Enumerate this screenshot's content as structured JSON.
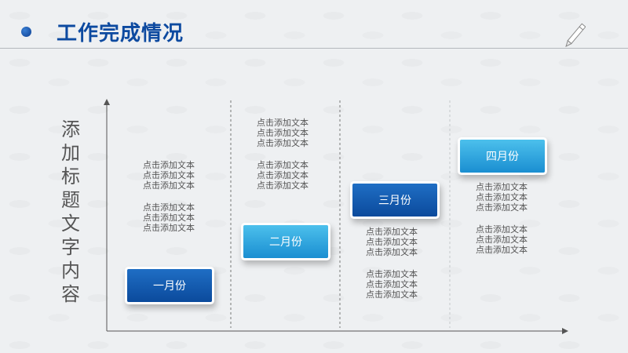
{
  "header": {
    "title": "工作完成情况"
  },
  "side_title": "添加标题文字内容",
  "months": [
    {
      "label": "一月份"
    },
    {
      "label": "二月份"
    },
    {
      "label": "三月份"
    },
    {
      "label": "四月份"
    }
  ],
  "text_blocks": {
    "jan": [
      "点击添加文本",
      "点击添加文本",
      "点击添加文本",
      "点击添加文本",
      "点击添加文本",
      "点击添加文本"
    ],
    "feb": [
      "点击添加文本",
      "点击添加文本",
      "点击添加文本",
      "点击添加文本",
      "点击添加文本",
      "点击添加文本"
    ],
    "mar": [
      "点击添加文本",
      "点击添加文本",
      "点击添加文本",
      "点击添加文本",
      "点击添加文本",
      "点击添加文本"
    ],
    "apr": [
      "点击添加文本",
      "点击添加文本",
      "点击添加文本",
      "点击添加文本",
      "点击添加文本",
      "点击添加文本"
    ]
  },
  "colors": {
    "accent_dark": "#0b4a9c",
    "accent_light": "#1a8ed1",
    "title": "#0d4aa0"
  },
  "icons": [
    "bullet-dot-icon",
    "pencil-icon"
  ]
}
